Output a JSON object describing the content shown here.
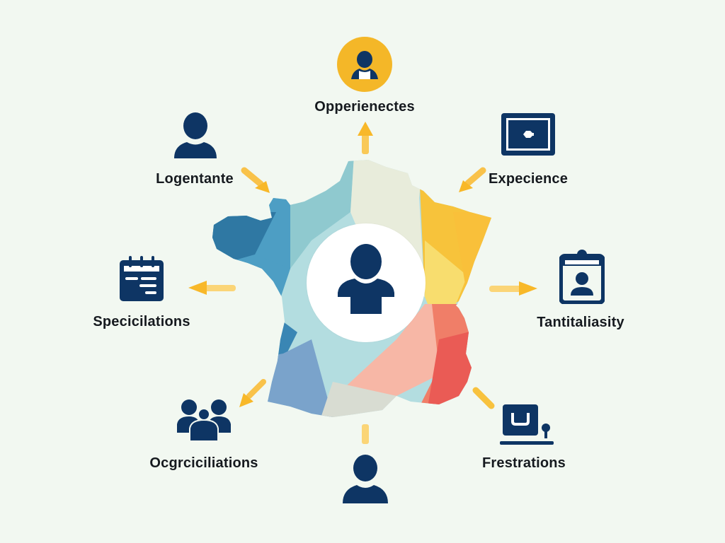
{
  "diagram": {
    "type": "hub-and-spoke infographic",
    "background_color": "#f2f8f1",
    "colors": {
      "icon_navy": "#0e3564",
      "arrow_yellow": "#f8b829",
      "text": "#161a1f",
      "hub_circle": "#ffffff",
      "map_blue_dark": "#2f78a3",
      "map_blue_mid": "#4d9ec4",
      "map_teal": "#8fc9cf",
      "map_light_blue": "#b3dde0",
      "map_cream": "#e8ecdb",
      "map_yellow": "#f7c33b",
      "map_light_yellow": "#f8dd6e",
      "map_salmon": "#f7b7a6",
      "map_coral": "#f07e68",
      "map_red": "#ea5b55",
      "map_grey": "#d8dcd2",
      "map_periwinkle": "#7aa3cb"
    },
    "center": {
      "map": "France",
      "icon": "user-icon"
    },
    "nodes": [
      {
        "id": "top",
        "label": "Opperienectes",
        "icon": "user-circle-icon",
        "arrow_direction": "outward"
      },
      {
        "id": "top-left",
        "label": "Logentante",
        "icon": "user-icon",
        "arrow_direction": "inward"
      },
      {
        "id": "top-right",
        "label": "Expecience",
        "icon": "monitor-icon",
        "arrow_direction": "inward"
      },
      {
        "id": "left",
        "label": "Specicilations",
        "icon": "calendar-icon",
        "arrow_direction": "outward"
      },
      {
        "id": "right",
        "label": "Tantitaliasity",
        "icon": "id-badge-icon",
        "arrow_direction": "outward"
      },
      {
        "id": "bottom-left",
        "label": "Ocgrciciliations",
        "icon": "group-icon",
        "arrow_direction": "outward"
      },
      {
        "id": "bottom",
        "label": "",
        "icon": "user-icon",
        "arrow_direction": "connector"
      },
      {
        "id": "bottom-right",
        "label": "Frestrations",
        "icon": "shopping-kiosk-icon",
        "arrow_direction": "connector"
      }
    ]
  }
}
